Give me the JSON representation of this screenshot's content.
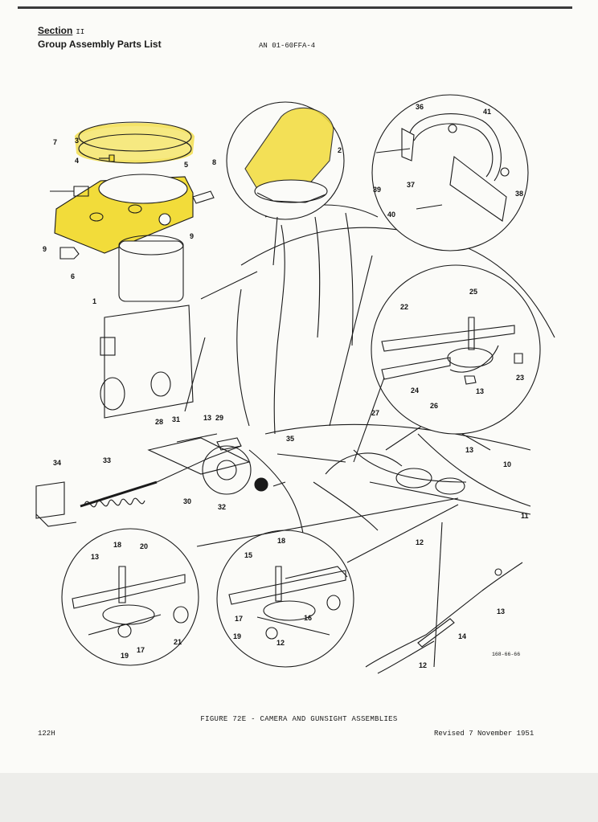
{
  "header": {
    "section_label": "Section",
    "section_number": "II",
    "list_title": "Group Assembly Parts List",
    "document_number": "AN 01-60FFA-4"
  },
  "figure": {
    "caption": "FIGURE 72E - CAMERA AND GUNSIGHT ASSEMBLIES",
    "drawing_code": "168-66-66",
    "callouts": [
      "1",
      "2",
      "3",
      "4",
      "5",
      "6",
      "7",
      "8",
      "9",
      "9",
      "10",
      "11",
      "12",
      "12",
      "12",
      "13",
      "13",
      "13",
      "13",
      "13",
      "14",
      "15",
      "16",
      "17",
      "17",
      "18",
      "18",
      "19",
      "19",
      "20",
      "21",
      "22",
      "23",
      "24",
      "25",
      "26",
      "27",
      "28",
      "29",
      "30",
      "31",
      "32",
      "33",
      "34",
      "35",
      "36",
      "37",
      "38",
      "39",
      "40",
      "41"
    ]
  },
  "footer": {
    "page_number": "122H",
    "revision": "Revised 7 November 1951"
  },
  "colors": {
    "highlight": "#f2dc3a",
    "ink": "#1a1a1a",
    "paper": "#fbfbf8"
  }
}
